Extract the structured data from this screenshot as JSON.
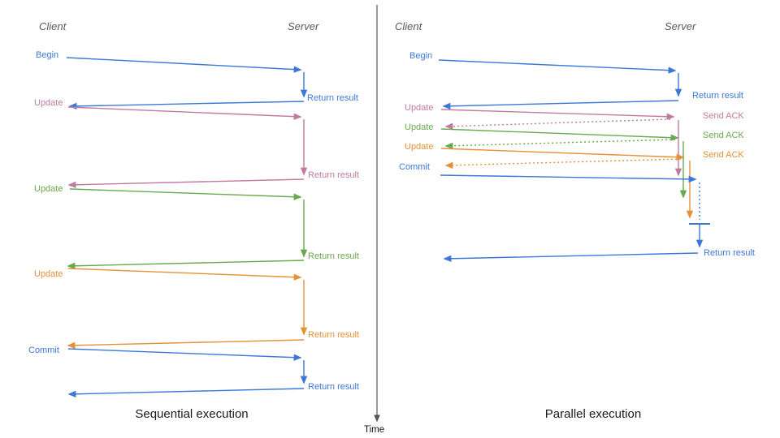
{
  "colors": {
    "blue": "#3c78d8",
    "pink": "#c27ba0",
    "green": "#6aa84f",
    "orange": "#e69138",
    "axis": "#555555",
    "header_text": "#595959",
    "caption_text": "#1a1a1a"
  },
  "time_axis": {
    "label": "Time"
  },
  "left_panel": {
    "title": "Sequential execution",
    "client_header": "Client",
    "server_header": "Server",
    "messages": [
      {
        "request": "Begin",
        "response": "Return result",
        "color": "blue"
      },
      {
        "request": "Update",
        "response": "Return result",
        "color": "pink"
      },
      {
        "request": "Update",
        "response": "Return result",
        "color": "green"
      },
      {
        "request": "Update",
        "response": "Return result",
        "color": "orange"
      },
      {
        "request": "Commit",
        "response": "Return result",
        "color": "blue"
      }
    ]
  },
  "right_panel": {
    "title": "Parallel execution",
    "client_header": "Client",
    "server_header": "Server",
    "messages": [
      {
        "request": "Begin",
        "response": "Return result",
        "color": "blue"
      },
      {
        "request": "Update",
        "response": "Send ACK",
        "color": "pink"
      },
      {
        "request": "Update",
        "response": "Send ACK",
        "color": "green"
      },
      {
        "request": "Update",
        "response": "Send ACK",
        "color": "orange"
      },
      {
        "request": "Commit",
        "response": "Return result",
        "color": "blue"
      }
    ]
  }
}
